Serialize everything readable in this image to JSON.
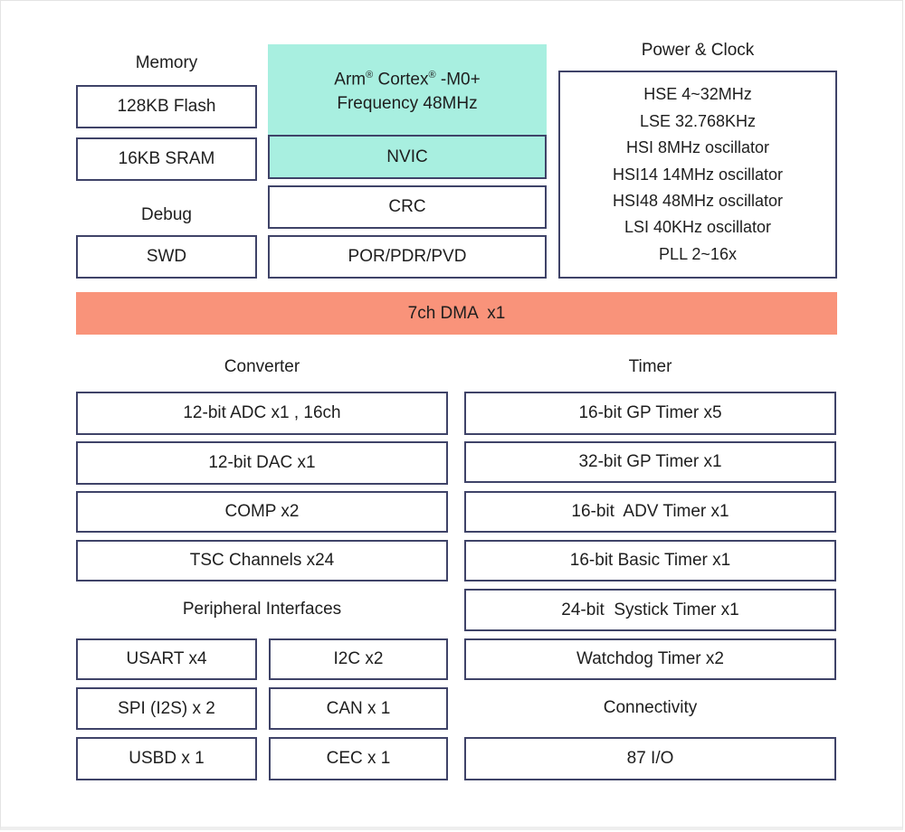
{
  "memory": {
    "title": "Memory",
    "flash": "128KB Flash",
    "sram": "16KB SRAM"
  },
  "debug": {
    "title": "Debug",
    "swd": "SWD"
  },
  "core": {
    "cpu_line1_a": "Arm",
    "cpu_reg1": "®",
    "cpu_line1_b": " Cortex",
    "cpu_reg2": "®",
    "cpu_line1_c": " -M0+",
    "cpu_line2": "Frequency 48MHz",
    "nvic": "NVIC",
    "crc": "CRC",
    "por": "POR/PDR/PVD"
  },
  "power_clock": {
    "title": "Power & Clock",
    "items": [
      "HSE 4~32MHz",
      "LSE 32.768KHz",
      "HSI 8MHz oscillator",
      "HSI14 14MHz oscillator",
      "HSI48 48MHz oscillator",
      "LSI 40KHz oscillator",
      "PLL 2~16x"
    ]
  },
  "dma": "7ch DMA  x1",
  "converter": {
    "title": "Converter",
    "items": [
      "12-bit ADC x1 , 16ch",
      "12-bit DAC x1",
      "COMP x2",
      "TSC Channels x24"
    ]
  },
  "timer": {
    "title": "Timer",
    "items": [
      "16-bit GP Timer x5",
      "32-bit GP Timer x1",
      "16-bit  ADV Timer x1",
      "16-bit Basic Timer x1",
      "24-bit  Systick Timer x1",
      "Watchdog Timer x2"
    ]
  },
  "peripheral": {
    "title": "Peripheral Interfaces",
    "left": [
      "USART x4",
      "SPI (I2S) x 2",
      "USBD x 1"
    ],
    "right": [
      "I2C x2",
      "CAN x 1",
      "CEC x 1"
    ]
  },
  "connectivity": {
    "title": "Connectivity",
    "io": "87 I/O"
  },
  "colors": {
    "border": "#3f4368",
    "core_fill": "#a8efe0",
    "dma_fill": "#f9937a"
  }
}
